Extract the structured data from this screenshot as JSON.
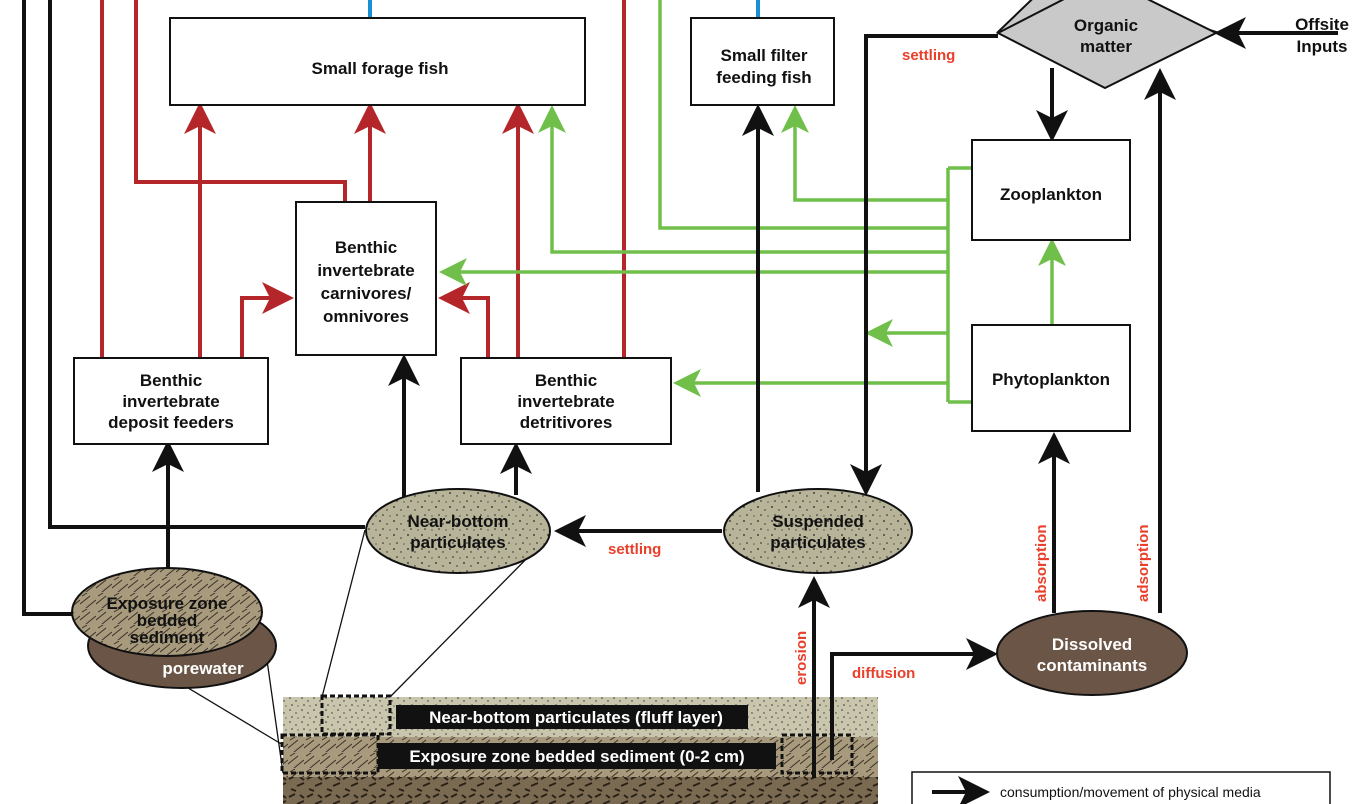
{
  "nodes": {
    "small_forage_fish": [
      "Small forage fish"
    ],
    "small_filter_feeding_fish": [
      "Small filter",
      "feeding fish"
    ],
    "organic_matter": [
      "Organic",
      "matter"
    ],
    "offsite_inputs": [
      "Offsite",
      "Inputs"
    ],
    "zooplankton": [
      "Zooplankton"
    ],
    "phytoplankton": [
      "Phytoplankton"
    ],
    "benthic_carnivores": [
      "Benthic",
      "invertebrate",
      "carnivores/",
      "omnivores"
    ],
    "benthic_deposit_feeders": [
      "Benthic",
      "invertebrate",
      "deposit feeders"
    ],
    "benthic_detritivores": [
      "Benthic",
      "invertebrate",
      "detritivores"
    ],
    "near_bottom_particulates": [
      "Near-bottom",
      "particulates"
    ],
    "suspended_particulates": [
      "Suspended",
      "particulates"
    ],
    "exposure_zone_sediment": [
      "Exposure zone",
      "bedded",
      "sediment"
    ],
    "porewater": [
      "porewater"
    ],
    "dissolved_contaminants": [
      "Dissolved",
      "contaminants"
    ]
  },
  "process_labels": {
    "settling_top": "settling",
    "settling_mid": "settling",
    "erosion": "erosion",
    "diffusion": "diffusion",
    "absorption": "absorption",
    "adsorption": "adsorption"
  },
  "bands": {
    "fluff_layer": "Near-bottom particulates (fluff layer)",
    "bedded_sediment": "Exposure zone bedded sediment (0-2 cm)"
  },
  "legend": {
    "items": [
      "consumption/movement of physical media"
    ]
  },
  "colors": {
    "black_flow": "#111111",
    "red_flow": "#b5262a",
    "green_flow": "#6fbf4a",
    "blue_flow": "#1a8fd6",
    "process_text": "#e8402a",
    "particulate_fill": "#b8b49a",
    "sediment_fill": "#a89a7c",
    "dark_oval_fill": "#6b5546",
    "organic_matter_fill": "#c9c9c9"
  }
}
